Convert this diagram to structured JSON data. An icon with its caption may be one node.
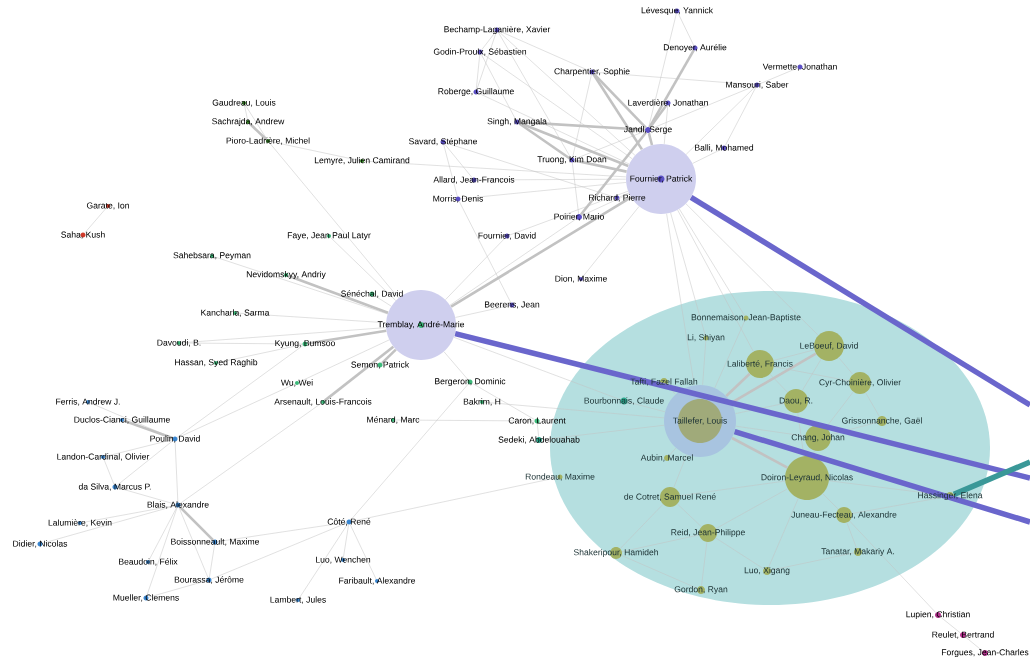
{
  "diagram": {
    "nodes": [
      {
        "text": [],
        "shape": "ellipse"
      },
      {
        "text": [
          "Lévesque, Yannick"
        ]
      },
      {
        "text": [
          "Bechamp-Laganière, Xavier"
        ]
      },
      {
        "text": [
          "Denoyer, Aurélie"
        ]
      },
      {
        "text": [
          "Godin-Proulx, Sébastien"
        ]
      },
      {
        "text": [
          "Vermette, Jonathan"
        ]
      },
      {
        "text": [
          "Charpentier, Sophie"
        ]
      },
      {
        "text": [
          "Mansouri, Saber"
        ]
      },
      {
        "text": [
          "Roberge, Guillaume"
        ]
      },
      {
        "text": [
          "Laverdière, Jonathan"
        ]
      },
      {
        "text": [
          "Singh, Mangala"
        ]
      },
      {
        "text": [
          "Jandl, Serge"
        ]
      },
      {
        "text": [
          "Savard, Stéphane"
        ]
      },
      {
        "text": [
          "Balli, Mohamed"
        ]
      },
      {
        "text": [
          "Truong, Kim Doan"
        ]
      },
      {
        "text": [
          "Allard, Jean-Francois"
        ]
      },
      {
        "text": [
          "Fournier, Patrick"
        ]
      },
      {
        "text": [
          "Richard, Pierre"
        ]
      },
      {
        "text": [
          "Morris, Denis"
        ]
      },
      {
        "text": [
          "Poirier, Mario"
        ]
      },
      {
        "text": [
          "Fournier, David"
        ]
      },
      {
        "text": [
          "Gaudreau, Louis"
        ]
      },
      {
        "text": [
          "Sachrajda, Andrew"
        ]
      },
      {
        "text": [
          "Pioro-Ladrière, Michel"
        ]
      },
      {
        "text": [
          "Lemyre, Julien Camirand"
        ]
      },
      {
        "text": [
          "Garate, Ion"
        ]
      },
      {
        "text": [
          "Saha, Kush"
        ]
      },
      {
        "text": [
          "Faye, Jean Paul Latyr"
        ]
      },
      {
        "text": [
          "Sahebsara, Peyman"
        ]
      },
      {
        "text": [
          "Dion, Maxime"
        ]
      },
      {
        "text": [
          "Nevidomskyy, Andriy"
        ]
      },
      {
        "text": [
          "Sénéchal, David"
        ]
      },
      {
        "text": [
          "Beerens, Jean"
        ]
      },
      {
        "text": [
          "Kancharla, Sarma"
        ]
      },
      {
        "text": [
          "Tremblay, André-Marie"
        ]
      },
      {
        "text": [
          "Davoudi, B."
        ]
      },
      {
        "text": [
          "Kyung, Bumsoo"
        ]
      },
      {
        "text": [
          "Hassan, Syed Raghib"
        ]
      },
      {
        "text": [
          "Semon, Patrick"
        ]
      },
      {
        "text": [
          "Wu, Wei"
        ]
      },
      {
        "text": [
          "Bergeron, Dominic"
        ]
      },
      {
        "text": [
          "Arsenault, Louis-Francois"
        ]
      },
      {
        "text": [
          "Bakrim, H"
        ]
      },
      {
        "text": [
          "Ménard, Marc"
        ]
      },
      {
        "text": [
          "Caron, Laurent"
        ]
      },
      {
        "text": [
          "Sedeki, Abdelouahab"
        ]
      },
      {
        "text": [
          "Bourbonnais, Claude"
        ],
        "in": 0
      },
      {
        "text": [
          "Ferris, Andrew J."
        ]
      },
      {
        "text": [
          "Duclos-Cianci, Guillaume"
        ]
      },
      {
        "text": [
          "Poulin, David"
        ]
      },
      {
        "text": [
          "Landon-Cardinal, Olivier"
        ]
      },
      {
        "text": [
          "da Silva, Marcus P."
        ]
      },
      {
        "text": [
          "Blais, Alexandre"
        ]
      },
      {
        "text": [
          "Lalumière, Kevin"
        ]
      },
      {
        "text": [
          "Didier, Nicolas"
        ]
      },
      {
        "text": [
          "Boissonneault, Maxime"
        ]
      },
      {
        "text": [
          "Beaudoin, Félix"
        ]
      },
      {
        "text": [
          "Bourassa, Jérôme"
        ]
      },
      {
        "text": [
          "Mueller, Clemens"
        ]
      },
      {
        "text": [
          "Côté, René"
        ]
      },
      {
        "text": [
          "Luo, Wenchen"
        ]
      },
      {
        "text": [
          "Faribault, Alexandre"
        ]
      },
      {
        "text": [
          "Lambert, Jules"
        ]
      },
      {
        "text": [
          "Rondeau, Maxime"
        ],
        "in": 0
      },
      {
        "text": [
          "Bonnemaison, Jean-Baptiste"
        ],
        "in": 0
      },
      {
        "text": [
          "Li, Shiyan"
        ],
        "in": 0
      },
      {
        "text": [
          "LeBoeuf, David"
        ],
        "in": 0
      },
      {
        "text": [
          "Laliberté, Francis"
        ],
        "in": 0
      },
      {
        "text": [
          "Tafti, Fazel Fallah"
        ],
        "in": 0
      },
      {
        "text": [
          "Cyr-Choinière, Olivier"
        ],
        "in": 0
      },
      {
        "text": [
          "Daou, R."
        ],
        "in": 0
      },
      {
        "text": [
          "Taillefer, Louis"
        ],
        "in": 0
      },
      {
        "text": [
          "Grissonnanche, Gaël"
        ],
        "in": 0
      },
      {
        "text": [
          "Chang, Johan"
        ],
        "in": 0
      },
      {
        "text": [
          "Aubin, Marcel"
        ],
        "in": 0
      },
      {
        "text": [
          "Doiron-Leyraud, Nicolas"
        ],
        "in": 0
      },
      {
        "text": [
          "de Cotret, Samuel René"
        ],
        "in": 0
      },
      {
        "text": [
          "Hassinger, Elena"
        ],
        "in": 0
      },
      {
        "text": [
          "Juneau-Fecteau, Alexandre"
        ],
        "in": 0
      },
      {
        "text": [
          "Reid, Jean-Philippe"
        ],
        "in": 0
      },
      {
        "text": [
          "Shakeripour, Hamideh"
        ],
        "in": 0
      },
      {
        "text": [
          "Tanatar, Makariy A."
        ],
        "in": 0
      },
      {
        "text": [
          "Luo, Xigang"
        ],
        "in": 0
      },
      {
        "text": [
          "Gordon, Ryan"
        ],
        "in": 0
      },
      {
        "text": [
          "Lupien, Christian"
        ]
      },
      {
        "text": [
          "Reulet, Bertrand"
        ]
      },
      {
        "text": [
          "Forgues, Jean-Charles"
        ]
      }
    ],
    "edges": [
      {
        "from": 1,
        "to": 3,
        "arrow": "none"
      },
      {
        "from": 1,
        "to": 11,
        "arrow": "none"
      },
      {
        "from": 3,
        "to": 11,
        "arrow": "none",
        "style": "thick"
      },
      {
        "from": 2,
        "to": 4,
        "arrow": "none"
      },
      {
        "from": 2,
        "to": 8,
        "arrow": "none"
      },
      {
        "from": 2,
        "to": 6,
        "arrow": "none"
      },
      {
        "from": 2,
        "to": 14,
        "arrow": "none"
      },
      {
        "from": 2,
        "to": 16,
        "arrow": "none"
      },
      {
        "from": 4,
        "to": 8,
        "arrow": "none"
      },
      {
        "from": 4,
        "to": 10,
        "arrow": "none"
      },
      {
        "from": 4,
        "to": 16,
        "arrow": "none"
      },
      {
        "from": 6,
        "to": 11,
        "arrow": "none",
        "style": "thick"
      },
      {
        "from": 6,
        "to": 14,
        "arrow": "none"
      },
      {
        "from": 6,
        "to": 16,
        "arrow": "none",
        "style": "thick"
      },
      {
        "from": 6,
        "to": 7,
        "arrow": "none"
      },
      {
        "from": 5,
        "to": 7,
        "arrow": "none"
      },
      {
        "from": 7,
        "to": 11,
        "arrow": "none"
      },
      {
        "from": 7,
        "to": 13,
        "arrow": "none"
      },
      {
        "from": 7,
        "to": 16,
        "arrow": "none"
      },
      {
        "from": 8,
        "to": 16,
        "arrow": "none"
      },
      {
        "from": 9,
        "to": 11,
        "arrow": "none",
        "style": "thick"
      },
      {
        "from": 9,
        "to": 16,
        "arrow": "none"
      },
      {
        "from": 10,
        "to": 11,
        "arrow": "none",
        "style": "thick"
      },
      {
        "from": 10,
        "to": 16,
        "arrow": "none",
        "style": "thick"
      },
      {
        "from": 10,
        "to": 14,
        "arrow": "none",
        "style": "thick"
      },
      {
        "from": 11,
        "to": 16,
        "arrow": "none",
        "style": "thick"
      },
      {
        "from": 11,
        "to": 14,
        "arrow": "none"
      },
      {
        "from": 11,
        "to": 19,
        "arrow": "none",
        "style": "thick"
      },
      {
        "from": 13,
        "to": 16,
        "arrow": "none"
      },
      {
        "from": 12,
        "to": 18,
        "arrow": "none"
      },
      {
        "from": 12,
        "to": 15,
        "arrow": "none"
      },
      {
        "from": 12,
        "to": 17,
        "arrow": "none"
      },
      {
        "from": 14,
        "to": 16,
        "arrow": "none",
        "style": "thick"
      },
      {
        "from": 14,
        "to": 19,
        "arrow": "none"
      },
      {
        "from": 15,
        "to": 16,
        "arrow": "none"
      },
      {
        "from": 17,
        "to": 16,
        "arrow": "none"
      },
      {
        "from": 18,
        "to": 16,
        "arrow": "none"
      },
      {
        "from": 18,
        "to": 32,
        "arrow": "none"
      },
      {
        "from": 19,
        "to": 16,
        "arrow": "none"
      },
      {
        "from": 19,
        "to": 34,
        "arrow": "none"
      },
      {
        "from": 20,
        "to": 34,
        "arrow": "none"
      },
      {
        "from": 20,
        "to": 16,
        "arrow": "none"
      },
      {
        "from": 16,
        "to": 29,
        "arrow": "none"
      },
      {
        "from": 23,
        "to": 24,
        "arrow": "none"
      },
      {
        "from": 24,
        "to": 16,
        "arrow": "none"
      },
      {
        "from": 21,
        "to": 22,
        "arrow": "none"
      },
      {
        "from": 22,
        "to": 23,
        "arrow": "none",
        "style": "thick"
      },
      {
        "from": 21,
        "to": 23,
        "arrow": "none"
      },
      {
        "from": 23,
        "to": 34,
        "arrow": "none"
      },
      {
        "from": 27,
        "to": 34,
        "arrow": "none"
      },
      {
        "from": 28,
        "to": 34,
        "arrow": "none"
      },
      {
        "from": 30,
        "to": 34,
        "arrow": "none",
        "style": "thick"
      },
      {
        "from": 31,
        "to": 34,
        "arrow": "none"
      },
      {
        "from": 33,
        "to": 34,
        "arrow": "none"
      },
      {
        "from": 35,
        "to": 36,
        "arrow": "none"
      },
      {
        "from": 35,
        "to": 34,
        "arrow": "none"
      },
      {
        "from": 37,
        "to": 36,
        "arrow": "none"
      },
      {
        "from": 36,
        "to": 34,
        "arrow": "none",
        "style": "thick"
      },
      {
        "from": 38,
        "to": 34,
        "arrow": "none",
        "style": "thick"
      },
      {
        "from": 39,
        "to": 34,
        "arrow": "none"
      },
      {
        "from": 41,
        "to": 34,
        "arrow": "none",
        "style": "thick"
      },
      {
        "from": 40,
        "to": 34,
        "arrow": "none"
      },
      {
        "from": 34,
        "to": 32,
        "arrow": "none"
      },
      {
        "from": 34,
        "to": 16,
        "arrow": "none",
        "style": "thick"
      },
      {
        "from": 34,
        "to": 46,
        "arrow": "none"
      },
      {
        "from": 40,
        "to": 44,
        "arrow": "none"
      },
      {
        "from": 43,
        "to": 44,
        "arrow": "none"
      },
      {
        "from": 42,
        "to": 71,
        "arrow": "none"
      },
      {
        "from": 44,
        "to": 45,
        "arrow": "none"
      },
      {
        "from": 45,
        "to": 71,
        "arrow": "none"
      },
      {
        "from": 46,
        "to": 71,
        "arrow": "none"
      },
      {
        "from": 25,
        "to": 26,
        "arrow": "none"
      },
      {
        "from": 47,
        "to": 49,
        "arrow": "none"
      },
      {
        "from": 48,
        "to": 49,
        "arrow": "none",
        "style": "thick"
      },
      {
        "from": 49,
        "to": 50,
        "arrow": "none"
      },
      {
        "from": 49,
        "to": 51,
        "arrow": "none"
      },
      {
        "from": 50,
        "to": 51,
        "arrow": "none"
      },
      {
        "from": 49,
        "to": 52,
        "arrow": "none"
      },
      {
        "from": 49,
        "to": 36,
        "arrow": "none"
      },
      {
        "from": 49,
        "to": 39,
        "arrow": "none"
      },
      {
        "from": 51,
        "to": 52,
        "arrow": "none"
      },
      {
        "from": 52,
        "to": 53,
        "arrow": "none"
      },
      {
        "from": 52,
        "to": 54,
        "arrow": "none"
      },
      {
        "from": 52,
        "to": 55,
        "arrow": "none",
        "style": "thick"
      },
      {
        "from": 52,
        "to": 56,
        "arrow": "none"
      },
      {
        "from": 52,
        "to": 57,
        "arrow": "none"
      },
      {
        "from": 52,
        "to": 58,
        "arrow": "none"
      },
      {
        "from": 55,
        "to": 57,
        "arrow": "none"
      },
      {
        "from": 57,
        "to": 58,
        "arrow": "none"
      },
      {
        "from": 52,
        "to": 41,
        "arrow": "none"
      },
      {
        "from": 55,
        "to": 59,
        "arrow": "none"
      },
      {
        "from": 57,
        "to": 59,
        "arrow": "none"
      },
      {
        "from": 59,
        "to": 60,
        "arrow": "none"
      },
      {
        "from": 59,
        "to": 61,
        "arrow": "none"
      },
      {
        "from": 59,
        "to": 62,
        "arrow": "none"
      },
      {
        "from": 59,
        "to": 40,
        "arrow": "none"
      },
      {
        "from": 59,
        "to": 63,
        "arrow": "none"
      },
      {
        "from": 71,
        "to": 67,
        "arrow": "none",
        "style": "thick"
      },
      {
        "from": 71,
        "to": 66,
        "arrow": "none",
        "style": "thick"
      },
      {
        "from": 71,
        "to": 75,
        "arrow": "none",
        "style": "thick"
      },
      {
        "from": 71,
        "to": 73,
        "arrow": "none"
      },
      {
        "from": 71,
        "to": 70,
        "arrow": "none"
      },
      {
        "from": 71,
        "to": 76,
        "arrow": "none"
      },
      {
        "from": 80,
        "to": 83,
        "arrow": "none"
      },
      {
        "from": 76,
        "to": 80,
        "arrow": "none"
      },
      {
        "from": 71,
        "to": 74,
        "arrow": "none"
      },
      {
        "from": 71,
        "to": 68,
        "arrow": "none"
      },
      {
        "from": 71,
        "to": 65,
        "arrow": "none"
      },
      {
        "from": 71,
        "to": 64,
        "arrow": "none"
      },
      {
        "from": 67,
        "to": 66,
        "arrow": "none"
      },
      {
        "from": 67,
        "to": 70,
        "arrow": "none"
      },
      {
        "from": 67,
        "to": 69,
        "arrow": "none"
      },
      {
        "from": 66,
        "to": 69,
        "arrow": "none"
      },
      {
        "from": 66,
        "to": 70,
        "arrow": "none"
      },
      {
        "from": 73,
        "to": 72,
        "arrow": "none"
      },
      {
        "from": 69,
        "to": 72,
        "arrow": "none"
      },
      {
        "from": 69,
        "to": 73,
        "arrow": "none"
      },
      {
        "from": 70,
        "to": 75,
        "arrow": "none"
      },
      {
        "from": 73,
        "to": 75,
        "arrow": "none"
      },
      {
        "from": 75,
        "to": 78,
        "arrow": "none"
      },
      {
        "from": 75,
        "to": 79,
        "arrow": "none"
      },
      {
        "from": 75,
        "to": 76,
        "arrow": "none"
      },
      {
        "from": 75,
        "to": 82,
        "arrow": "none"
      },
      {
        "from": 82,
        "to": 81,
        "arrow": "none"
      },
      {
        "from": 76,
        "to": 79,
        "arrow": "none"
      },
      {
        "from": 79,
        "to": 83,
        "arrow": "none"
      },
      {
        "from": 79,
        "to": 82,
        "arrow": "none"
      },
      {
        "from": 80,
        "to": 79,
        "arrow": "none"
      },
      {
        "from": 77,
        "to": 75,
        "arrow": "none"
      },
      {
        "from": 77,
        "to": 78,
        "arrow": "none"
      },
      {
        "from": 78,
        "to": 81,
        "arrow": "none"
      },
      {
        "from": 84,
        "to": 78,
        "arrow": "none"
      },
      {
        "from": 84,
        "to": 85,
        "arrow": "none"
      },
      {
        "from": 85,
        "to": 86,
        "arrow": "none"
      },
      {
        "from": 16,
        "to": 71,
        "arrow": "none"
      },
      {
        "from": 16,
        "to": 64,
        "arrow": "none"
      },
      {
        "from": 16,
        "to": 66,
        "arrow": "none"
      },
      {
        "from": 16,
        "to": 67,
        "arrow": "none"
      },
      {
        "from": 16,
        "to": 65,
        "arrow": "none"
      },
      {
        "from": 16,
        "to": null,
        "arrow": "none",
        "style": "thick",
        "color": "#6a66cc"
      },
      {
        "from": 34,
        "to": null,
        "arrow": "none",
        "style": "thick",
        "color": "#6a66cc"
      },
      {
        "from": 71,
        "to": null,
        "arrow": "none",
        "style": "thick",
        "color": "#6a66cc"
      },
      {
        "from": 77,
        "to": null,
        "arrow": "none",
        "style": "thick",
        "color": "#3a9898"
      }
    ]
  }
}
